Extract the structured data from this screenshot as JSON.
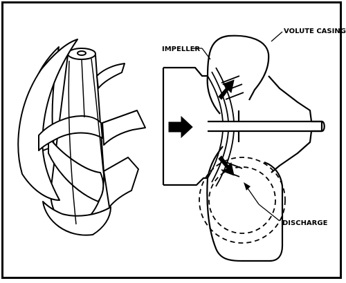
{
  "labels": {
    "volute_casing": "VOLUTE CASING",
    "impeller": "IMPELLER",
    "discharge": "DISCHARGE"
  },
  "colors": {
    "line": "#000000",
    "background": "#ffffff"
  }
}
